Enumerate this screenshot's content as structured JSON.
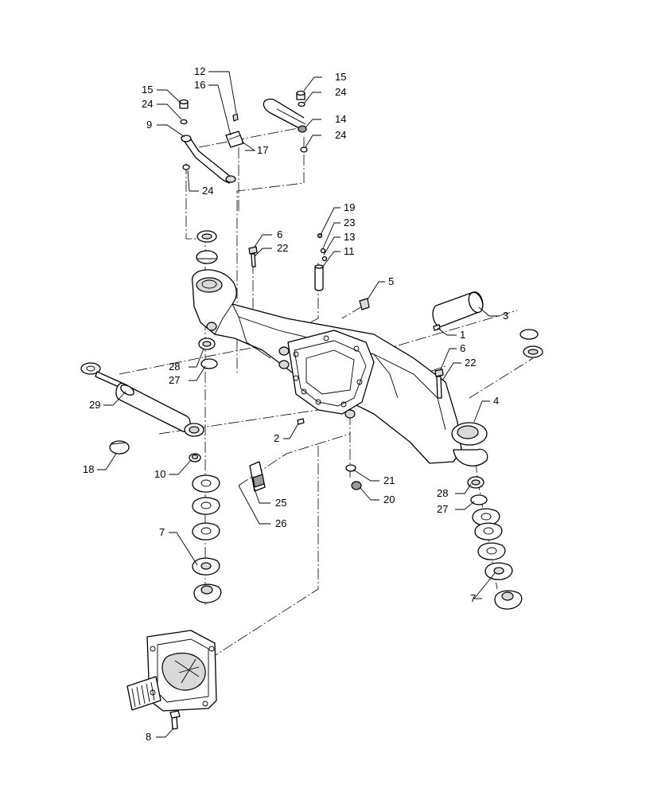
{
  "callouts": {
    "c1": "1",
    "c2": "2",
    "c3": "3",
    "c4": "4",
    "c5": "5",
    "c6a": "6",
    "c6b": "6",
    "c7a": "7",
    "c7b": "7",
    "c8": "8",
    "c9": "9",
    "c10": "10",
    "c11": "11",
    "c12": "12",
    "c13": "13",
    "c14": "14",
    "c15a": "15",
    "c15b": "15",
    "c16": "16",
    "c17": "17",
    "c18": "18",
    "c19": "19",
    "c20": "20",
    "c21": "21",
    "c22a": "22",
    "c22b": "22",
    "c23": "23",
    "c24a": "24",
    "c24b": "24",
    "c24c": "24",
    "c24d": "24",
    "c25": "25",
    "c26": "26",
    "c27a": "27",
    "c27b": "27",
    "c28a": "28",
    "c28b": "28",
    "c29": "29"
  }
}
